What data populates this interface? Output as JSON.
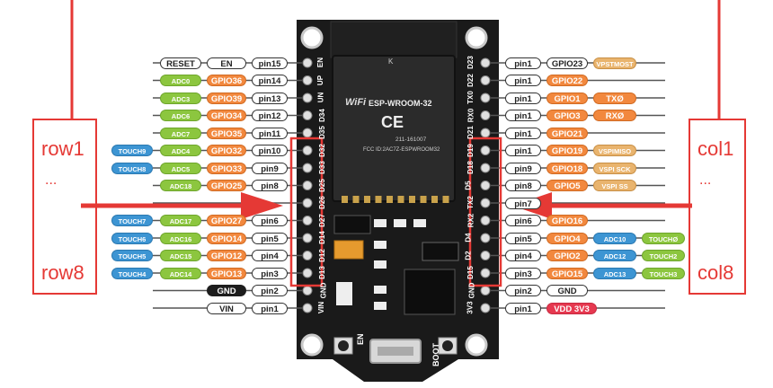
{
  "left_pins": [
    {
      "pin": "pin15",
      "gpio": "EN",
      "gpio_style": "white",
      "extras": [
        {
          "text": "RESET",
          "style": "white"
        }
      ]
    },
    {
      "pin": "pin14",
      "gpio": "GPIO36",
      "gpio_style": "orange",
      "extras": [
        {
          "text": "ADC0",
          "style": "green"
        }
      ]
    },
    {
      "pin": "pin13",
      "gpio": "GPIO39",
      "gpio_style": "orange",
      "extras": [
        {
          "text": "ADC3",
          "style": "green"
        }
      ]
    },
    {
      "pin": "pin12",
      "gpio": "GPIO34",
      "gpio_style": "orange",
      "extras": [
        {
          "text": "ADC6",
          "style": "green"
        }
      ]
    },
    {
      "pin": "pin11",
      "gpio": "GPIO35",
      "gpio_style": "orange",
      "extras": [
        {
          "text": "ADC7",
          "style": "green"
        }
      ]
    },
    {
      "pin": "pin10",
      "gpio": "GPIO32",
      "gpio_style": "orange",
      "extras": [
        {
          "text": "ADC4",
          "style": "green"
        },
        {
          "text": "TOUCH9",
          "style": "blue"
        }
      ]
    },
    {
      "pin": "pin9",
      "gpio": "GPIO33",
      "gpio_style": "orange",
      "extras": [
        {
          "text": "ADC5",
          "style": "green"
        },
        {
          "text": "TOUCH8",
          "style": "blue"
        }
      ]
    },
    {
      "pin": "pin8",
      "gpio": "GPIO25",
      "gpio_style": "orange",
      "extras": [
        {
          "text": "ADC18",
          "style": "green"
        }
      ]
    },
    {
      "pin": "",
      "gpio": "",
      "gpio_style": "orange",
      "extras": []
    },
    {
      "pin": "pin6",
      "gpio": "GPIO27",
      "gpio_style": "orange",
      "extras": [
        {
          "text": "ADC17",
          "style": "green"
        },
        {
          "text": "TOUCH7",
          "style": "blue"
        }
      ]
    },
    {
      "pin": "pin5",
      "gpio": "GPIO14",
      "gpio_style": "orange",
      "extras": [
        {
          "text": "ADC16",
          "style": "green"
        },
        {
          "text": "TOUCH6",
          "style": "blue"
        }
      ]
    },
    {
      "pin": "pin4",
      "gpio": "GPIO12",
      "gpio_style": "orange",
      "extras": [
        {
          "text": "ADC15",
          "style": "green"
        },
        {
          "text": "TOUCH5",
          "style": "blue"
        }
      ]
    },
    {
      "pin": "pin3",
      "gpio": "GPIO13",
      "gpio_style": "orange",
      "extras": [
        {
          "text": "ADC14",
          "style": "green"
        },
        {
          "text": "TOUCH4",
          "style": "blue"
        }
      ]
    },
    {
      "pin": "pin2",
      "gpio": "GND",
      "gpio_style": "black",
      "extras": []
    },
    {
      "pin": "pin1",
      "gpio": "VIN",
      "gpio_style": "white",
      "extras": []
    }
  ],
  "right_pins": [
    {
      "pin": "pin1",
      "gpio": "GPIO23",
      "gpio_style": "white",
      "extras": [
        {
          "text": "VPSTMOST",
          "style": "tan"
        }
      ]
    },
    {
      "pin": "pin1",
      "gpio": "GPIO22",
      "gpio_style": "orange",
      "extras": []
    },
    {
      "pin": "pin1",
      "gpio": "GPIO1",
      "gpio_style": "orange",
      "extras": [
        {
          "text": "TXØ",
          "style": "orange"
        }
      ]
    },
    {
      "pin": "pin1",
      "gpio": "GPIO3",
      "gpio_style": "orange",
      "extras": [
        {
          "text": "RXØ",
          "style": "orange"
        }
      ]
    },
    {
      "pin": "pin1",
      "gpio": "GPIO21",
      "gpio_style": "orange",
      "extras": []
    },
    {
      "pin": "pin1",
      "gpio": "GPIO19",
      "gpio_style": "orange",
      "extras": [
        {
          "text": "VSPIMISO",
          "style": "tan"
        }
      ]
    },
    {
      "pin": "pin9",
      "gpio": "GPIO18",
      "gpio_style": "orange",
      "extras": [
        {
          "text": "VSPI SCK",
          "style": "tan"
        }
      ]
    },
    {
      "pin": "pin8",
      "gpio": "GPIO5",
      "gpio_style": "orange",
      "extras": [
        {
          "text": "VSPI SS",
          "style": "tan"
        }
      ]
    },
    {
      "pin": "pin7",
      "gpio": "",
      "gpio_style": "orange",
      "extras": []
    },
    {
      "pin": "pin6",
      "gpio": "GPIO16",
      "gpio_style": "orange",
      "extras": []
    },
    {
      "pin": "pin5",
      "gpio": "GPIO4",
      "gpio_style": "orange",
      "extras": [
        {
          "text": "ADC10",
          "style": "blue"
        },
        {
          "text": "TOUCHØ",
          "style": "green"
        }
      ]
    },
    {
      "pin": "pin4",
      "gpio": "GPIO2",
      "gpio_style": "orange",
      "extras": [
        {
          "text": "ADC12",
          "style": "blue"
        },
        {
          "text": "TOUCH2",
          "style": "green"
        }
      ]
    },
    {
      "pin": "pin3",
      "gpio": "GPIO15",
      "gpio_style": "orange",
      "extras": [
        {
          "text": "ADC13",
          "style": "blue"
        },
        {
          "text": "TOUCH3",
          "style": "green"
        }
      ]
    },
    {
      "pin": "pin2",
      "gpio": "GND",
      "gpio_style": "white",
      "extras": []
    },
    {
      "pin": "pin1",
      "gpio": "VDD 3V3",
      "gpio_style": "red",
      "extras": []
    }
  ],
  "left_header_labels": [
    "EN",
    "UP",
    "UN",
    "D34",
    "D35",
    "D32",
    "D33",
    "D25",
    "D26",
    "D27",
    "D14",
    "D12",
    "D13",
    "GND",
    "VIN"
  ],
  "right_header_labels": [
    "D23",
    "D22",
    "TX0",
    "RX0",
    "D21",
    "D19",
    "D18",
    "D5",
    "TX2",
    "RX2",
    "D4",
    "D2",
    "D15",
    "GND",
    "3V3"
  ],
  "module": {
    "name": "ESP-WROOM-32",
    "brand": "WiFi",
    "ce": "CE",
    "ids": "211-161007",
    "fcc": "FCC ID:2AC7Z-ESPWROOM32",
    "k_mark": "K"
  },
  "buttons": {
    "left": "EN",
    "right": "BOOT"
  },
  "annotations": {
    "row_top": "row1",
    "row_mid": "...",
    "row_bottom": "row8",
    "col_top": "col1",
    "col_mid": "...",
    "col_bottom": "col8"
  },
  "colors": {
    "accent": "#e53935",
    "board": "#1a1a1a",
    "orange": "#f2883e",
    "green": "#8cc63f",
    "blue": "#3d95d3",
    "tan": "#e9b46e",
    "red": "#e63950"
  }
}
